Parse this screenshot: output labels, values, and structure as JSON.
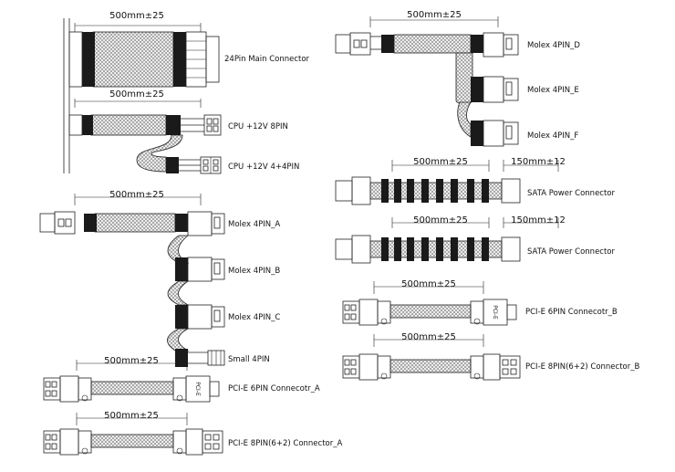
{
  "dimensions": {
    "main_24pin": "500mm±25",
    "cpu": "500mm±25",
    "molex_left": "500mm±25",
    "pcie_a": "500mm±25",
    "pcie_8_a": "500mm±25",
    "molex_right": "500mm±25",
    "sata_1_main": "500mm±25",
    "sata_1_segment": "150mm±12",
    "sata_2_main": "500mm±25",
    "sata_2_segment": "150mm±12",
    "pcie_b": "500mm±25",
    "pcie_8_b": "500mm±25"
  },
  "labels": {
    "main_24pin": "24Pin Main Connector",
    "cpu_8pin": "CPU +12V 8PIN",
    "cpu_44pin": "CPU +12V 4+4PIN",
    "molex_a": "Molex 4PIN_A",
    "molex_b": "Molex 4PIN_B",
    "molex_c": "Molex 4PIN_C",
    "small_4pin": "Small 4PIN",
    "pcie_6_a": "PCI-E 6PIN Connecotr_A",
    "pcie_8_a": "PCI-E 8PIN(6+2) Connector_A",
    "molex_d": "Molex 4PIN_D",
    "molex_e": "Molex 4PIN_E",
    "molex_f": "Molex 4PIN_F",
    "sata_1": "SATA Power Connector",
    "sata_2": "SATA Power Connector",
    "pcie_6_b": "PCI-E 6PIN Connecotr_B",
    "pcie_8_b": "PCI-E 8PIN(6+2) Connector_B"
  },
  "pcie_tag": "PCI-E",
  "colors": {
    "line": "#222222",
    "sleeve_fill": "#e8e8e8",
    "sleeve_mesh": "#666666",
    "band": "#1a1a1a"
  }
}
